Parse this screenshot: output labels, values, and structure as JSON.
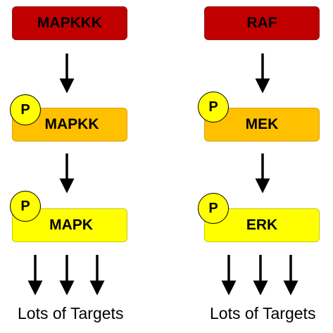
{
  "colors": {
    "red": "#c00000",
    "orange": "#ffc000",
    "yellow": "#ffff00",
    "arrow": "#000000"
  },
  "phospho_label": "P",
  "left_pathway": {
    "kinase_1": "MAPKKK",
    "kinase_2": "MAPKK",
    "kinase_3": "MAPK",
    "targets_label": "Lots of Targets"
  },
  "right_pathway": {
    "kinase_1": "RAF",
    "kinase_2": "MEK",
    "kinase_3": "ERK",
    "targets_label": "Lots of Targets"
  }
}
